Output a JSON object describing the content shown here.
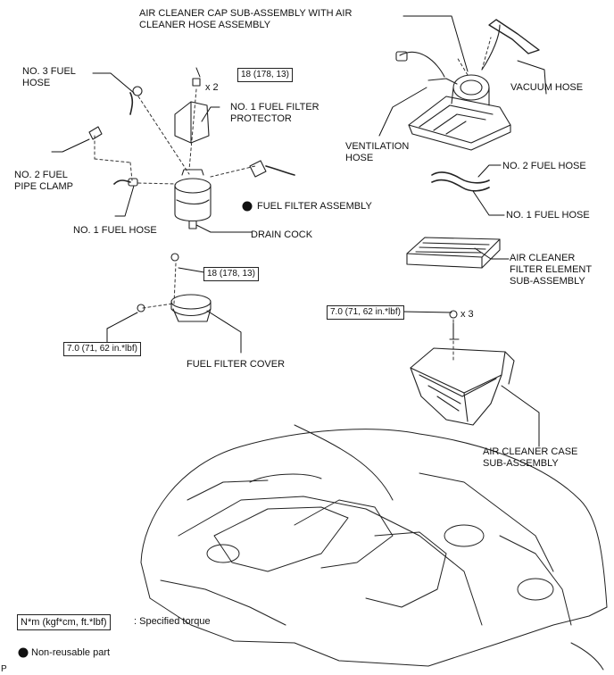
{
  "labels": {
    "air_cleaner_cap": "AIR CLEANER CAP SUB-ASSEMBLY WITH AIR\nCLEANER HOSE ASSEMBLY",
    "vacuum_hose": "VACUUM HOSE",
    "ventilation_hose": "VENTILATION\nHOSE",
    "no2_fuel_hose": "NO. 2 FUEL HOSE",
    "no1_fuel_hose_right": "NO. 1 FUEL HOSE",
    "no3_fuel_hose": "NO. 3 FUEL\nHOSE",
    "no1_fuel_filter_protector": "NO. 1 FUEL FILTER\nPROTECTOR",
    "no2_fuel_pipe_clamp": "NO. 2 FUEL\nPIPE CLAMP",
    "fuel_filter_assembly": "FUEL FILTER ASSEMBLY",
    "no1_fuel_hose_left": "NO. 1 FUEL HOSE",
    "drain_cock": "DRAIN COCK",
    "fuel_filter_cover": "FUEL FILTER COVER",
    "air_cleaner_filter_element": "AIR CLEANER\nFILTER ELEMENT\nSUB-ASSEMBLY",
    "air_cleaner_case": "AIR CLEANER CASE\nSUB-ASSEMBLY"
  },
  "torque": {
    "protector_bolt": "18 (178, 13)",
    "protector_qty": "x 2",
    "cover_bolt": "18 (178, 13)",
    "cover_nut": "7.0 (71, 62 in.*lbf)",
    "case_bolt": "7.0 (71, 62 in.*lbf)",
    "case_qty": "x 3"
  },
  "legend": {
    "torque_unit": "N*m (kgf*cm, ft.*lbf)",
    "torque_desc": ": Specified torque",
    "non_reusable": "Non-reusable part"
  },
  "corner_code": "P"
}
